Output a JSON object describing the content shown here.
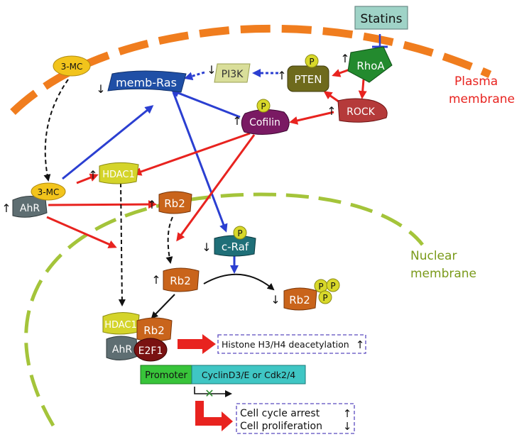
{
  "labels": {
    "statins": "Statins",
    "plasma_membrane_1": "Plasma",
    "plasma_membrane_2": "membrane",
    "nuclear_membrane_1": "Nuclear",
    "nuclear_membrane_2": "membrane",
    "three_mc_top": "3-MC",
    "three_mc_bound": "3-MC",
    "memb_ras": "memb-Ras",
    "pi3k": "PI3K",
    "pten": "PTEN",
    "rhoa": "RhoA",
    "rock": "ROCK",
    "cofilin": "Cofilin",
    "hdac1": "HDAC1",
    "ahr": "AhR",
    "rb2_cyto": "Rb2",
    "c_raf": "c-Raf",
    "rb2_nuc": "Rb2",
    "rb2_phos": "Rb2",
    "complex_hdac1": "HDAC1",
    "complex_rb2": "Rb2",
    "complex_ahr": "AhR",
    "complex_e2f1": "E2F1",
    "promoter": "Promoter",
    "cyclin": "CyclinD3/E or Cdk2/4",
    "histone": "Histone H3/H4 deacetylation",
    "cell_cycle": "Cell cycle arrest",
    "cell_prolif": "Cell proliferation",
    "phospho": "P",
    "arrow_up": "↑",
    "arrow_down": "↓",
    "block_x": "✕"
  },
  "colors": {
    "membrane_orange": "#f07d1e",
    "membrane_green": "#a4c43a",
    "activation_red": "#e8231f",
    "ras_blue": "#2b3fd1",
    "statins_box": "#9fd3c7",
    "ras_fill": "#1f4fa6",
    "pi3k_fill": "#d9de9a",
    "pten_fill": "#6e6a1c",
    "rhoa_fill": "#238a2e",
    "rock_fill": "#b53a3a",
    "cofilin_fill": "#7a1a63",
    "hdac1_fill": "#d4d42a",
    "ahr_fill": "#5e6e72",
    "rb2_fill": "#c9641b",
    "craf_fill": "#1f6f78",
    "e2f1_fill": "#7a1212",
    "p_fill": "#d8d82a",
    "promoter_fill": "#38c43a",
    "cyclin_fill": "#3fc6c4",
    "mc_fill": "#f2c41c"
  }
}
